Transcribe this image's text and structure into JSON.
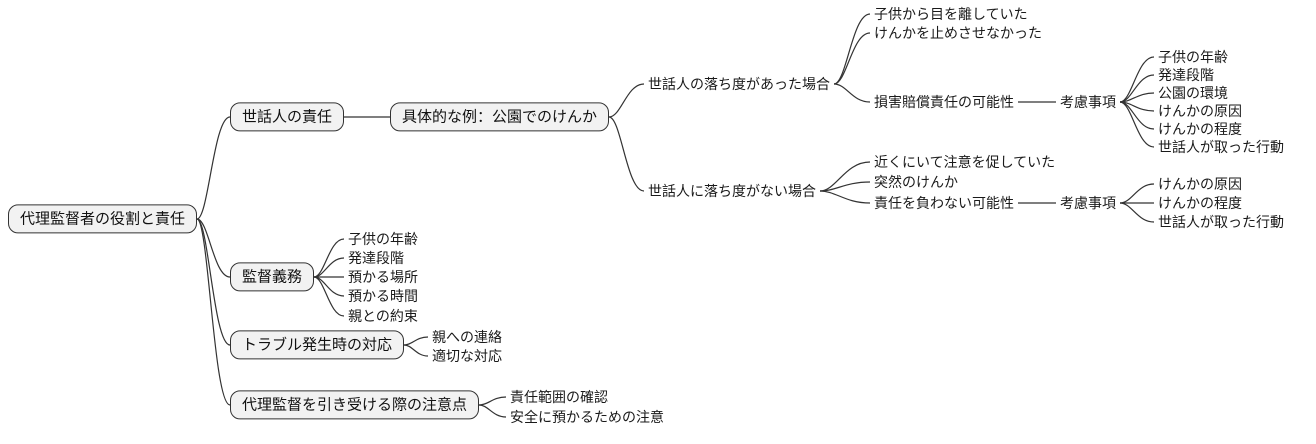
{
  "diagram": {
    "type": "mindmap",
    "colors": {
      "node_fill": "#f2f2f2",
      "node_border": "#333333",
      "line": "#333333",
      "text": "#1a1a1a",
      "background": "#ffffff"
    },
    "root": {
      "id": "root",
      "label": "代理監督者の役割と責任",
      "children": [
        {
          "id": "sewanin-sekinin",
          "label": "世話人の責任",
          "children": [
            {
              "id": "example",
              "label": "具体的な例：公園でのけんか",
              "children": [
                {
                  "id": "case-fault",
                  "label": "世話人の落ち度があった場合",
                  "children": [
                    {
                      "id": "me-hanashita",
                      "label": "子供から目を離していた"
                    },
                    {
                      "id": "kenka-tomesasenakatta",
                      "label": "けんかを止めさせなかった"
                    },
                    {
                      "id": "songai-baisho",
                      "label": "損害賠償責任の可能性",
                      "children": [
                        {
                          "id": "koryo-1",
                          "label": "考慮事項",
                          "children": [
                            {
                              "id": "k1-age",
                              "label": "子供の年齢"
                            },
                            {
                              "id": "k1-hattatsu",
                              "label": "発達段階"
                            },
                            {
                              "id": "k1-kankyo",
                              "label": "公園の環境"
                            },
                            {
                              "id": "k1-genin",
                              "label": "けんかの原因"
                            },
                            {
                              "id": "k1-teido",
                              "label": "けんかの程度"
                            },
                            {
                              "id": "k1-kodo",
                              "label": "世話人が取った行動"
                            }
                          ]
                        }
                      ]
                    }
                  ]
                },
                {
                  "id": "case-nofault",
                  "label": "世話人に落ち度がない場合",
                  "children": [
                    {
                      "id": "chikaku",
                      "label": "近くにいて注意を促していた"
                    },
                    {
                      "id": "totsuzen",
                      "label": "突然のけんか"
                    },
                    {
                      "id": "sekinin-owanai",
                      "label": "責任を負わない可能性",
                      "children": [
                        {
                          "id": "koryo-2",
                          "label": "考慮事項",
                          "children": [
                            {
                              "id": "k2-genin",
                              "label": "けんかの原因"
                            },
                            {
                              "id": "k2-teido",
                              "label": "けんかの程度"
                            },
                            {
                              "id": "k2-kodo",
                              "label": "世話人が取った行動"
                            }
                          ]
                        }
                      ]
                    }
                  ]
                }
              ]
            }
          ]
        },
        {
          "id": "kantoku-gimu",
          "label": "監督義務",
          "children": [
            {
              "id": "kg-age",
              "label": "子供の年齢"
            },
            {
              "id": "kg-hattatsu",
              "label": "発達段階"
            },
            {
              "id": "kg-basho",
              "label": "預かる場所"
            },
            {
              "id": "kg-jikan",
              "label": "預かる時間"
            },
            {
              "id": "kg-yakusoku",
              "label": "親との約束"
            }
          ]
        },
        {
          "id": "trouble",
          "label": "トラブル発生時の対応",
          "children": [
            {
              "id": "tr-renraku",
              "label": "親への連絡"
            },
            {
              "id": "tr-taio",
              "label": "適切な対応"
            }
          ]
        },
        {
          "id": "chuiten",
          "label": "代理監督を引き受ける際の注意点",
          "children": [
            {
              "id": "ch-hani",
              "label": "責任範囲の確認"
            },
            {
              "id": "ch-anzen",
              "label": "安全に預かるための注意"
            }
          ]
        }
      ]
    }
  }
}
